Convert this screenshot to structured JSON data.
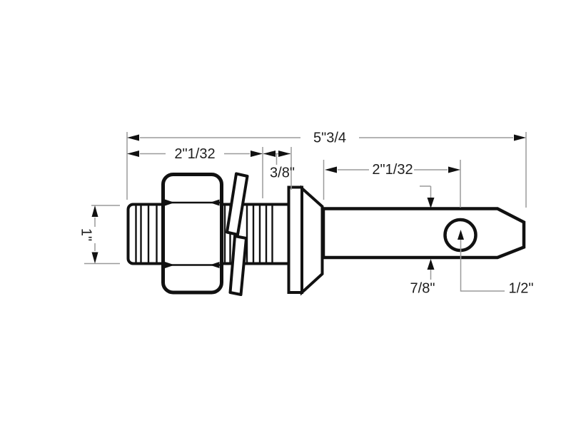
{
  "diagram": {
    "type": "technical-drawing",
    "labels": {
      "overall_length": "5\"3/4",
      "thread_section_length": "2\"1/32",
      "washer_section_width": "3/8\"",
      "pin_section_length": "2\"1/32",
      "thread_diameter": "1\"",
      "pin_diameter": "7/8\"",
      "hole_diameter": "1/2\""
    },
    "colors": {
      "background": "#ffffff",
      "part_outline": "#111111",
      "dimension_line": "#9a9a9a",
      "label_text": "#1d1d1d"
    }
  }
}
